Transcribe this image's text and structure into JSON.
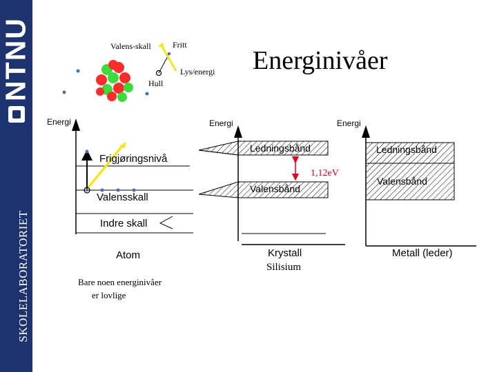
{
  "sidebar": {
    "logo_text": "NTNU",
    "vertical_label": "SKOLELABORATORIET",
    "background": "#1d3370"
  },
  "title": "Energinivåer",
  "atom_illustration": {
    "valens_skall": "Valens-skall",
    "fritt": "Fritt",
    "hull": "Hull",
    "lys_energi": "Lys/energi"
  },
  "atom_diagram": {
    "axis_label": "Energi",
    "levels": [
      "Frigjøringsnivå",
      "Valensskall",
      "Indre skall"
    ],
    "caption": "Atom",
    "note_line1": "Bare noen energinivåer",
    "note_line2": "er lovlige"
  },
  "crystal_diagram": {
    "axis_label": "Energi",
    "conduction_band": "Ledningsbånd",
    "valence_band": "Valensbånd",
    "band_gap": "1,12eV",
    "caption": "Krystall",
    "material": "Silisium"
  },
  "metal_diagram": {
    "axis_label": "Energi",
    "conduction_band": "Ledningsbånd",
    "valence_band": "Valensbånd",
    "caption": "Metall (leder)"
  },
  "colors": {
    "arrow_yellow": "#f5e61c",
    "nucleus_red": "#ff2a2a",
    "nucleus_green": "#3adc3a",
    "electron_blue": "#4a6fa5",
    "gap_arrow": "#e0001b"
  }
}
